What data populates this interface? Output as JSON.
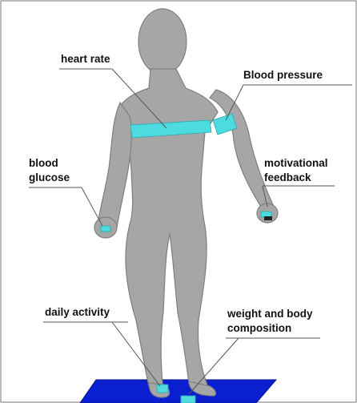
{
  "labels": {
    "heart_rate": "heart rate",
    "blood_pressure": "Blood pressure",
    "blood_glucose_line1": "blood",
    "blood_glucose_line2": "glucose",
    "motivational_line1": "motivational",
    "motivational_line2": "feedback",
    "daily_activity": "daily activity",
    "weight_line1": "weight and body",
    "weight_line2": "composition"
  },
  "colors": {
    "body": "#a6a6a6",
    "body_outline": "#7f7f7f",
    "sensor": "#4ddbe0",
    "scale_platform": "#0a1fd0",
    "leader_line": "#555555",
    "label_text": "#111111",
    "frame": "#777777"
  }
}
